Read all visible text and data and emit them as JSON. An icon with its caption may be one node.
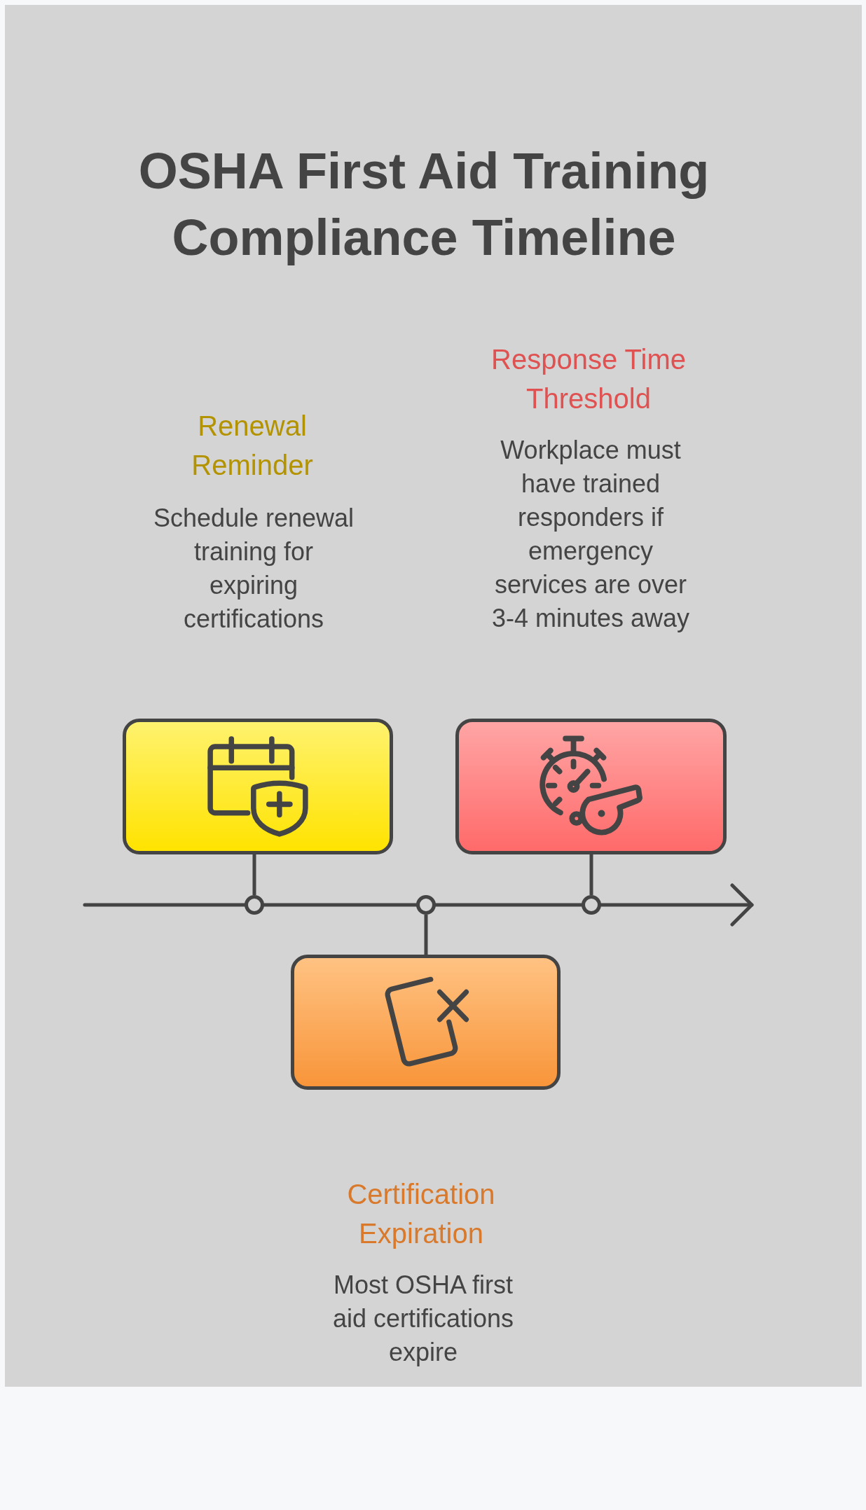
{
  "diagram": {
    "title": "OSHA First Aid Training Compliance Timeline",
    "nodes": [
      {
        "text": [],
        "shape": "box",
        "beside": [
          "Renewal Reminder",
          "Schedule renewal training for expiring certifications"
        ]
      },
      {
        "text": [],
        "shape": "box",
        "beside": [
          "Response Time Threshold",
          "Workplace must have trained responders if emergency services are over 3-4 minutes away"
        ]
      },
      {
        "text": [],
        "shape": "circle"
      },
      {
        "text": [],
        "shape": "circle"
      },
      {
        "text": [],
        "shape": "circle"
      },
      {
        "text": [],
        "shape": "box",
        "beside": [
          "Certification Expiration",
          "Most OSHA first aid certifications expire"
        ]
      }
    ],
    "edges": [
      {
        "from": 0,
        "to": 2,
        "arrow": "none"
      },
      {
        "from": 1,
        "to": 4,
        "arrow": "none"
      },
      {
        "from": 3,
        "to": 5,
        "arrow": "none"
      }
    ]
  }
}
